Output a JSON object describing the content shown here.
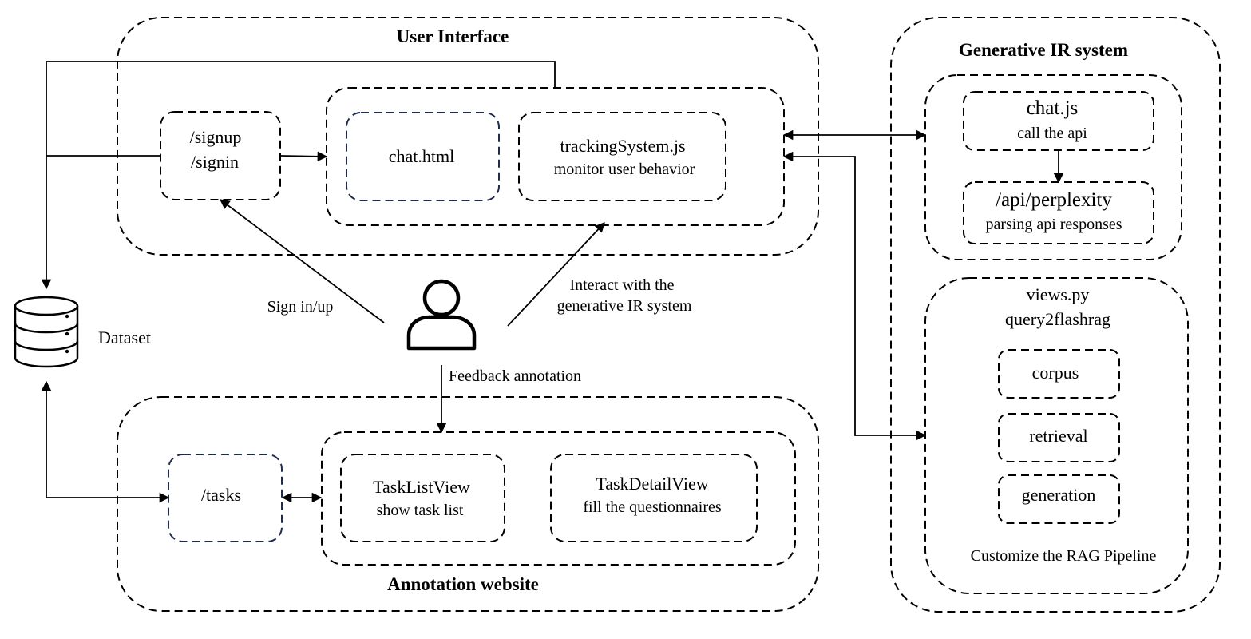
{
  "groups": {
    "user_interface": "User Interface",
    "annotation_website": "Annotation website",
    "generative_ir": "Generative IR system"
  },
  "nodes": {
    "signup": "/signup",
    "signin": "/signin",
    "chat_html": "chat.html",
    "tracking_title": "trackingSystem.js",
    "tracking_sub": "monitor user behavior",
    "chatjs_title": "chat.js",
    "chatjs_sub": "call the api",
    "api_title": "/api/perplexity",
    "api_sub": "parsing api responses",
    "views_title": "views.py",
    "views_sub": "query2flashrag",
    "corpus": "corpus",
    "retrieval": "retrieval",
    "generation": "generation",
    "rag_caption": "Customize the RAG Pipeline",
    "dataset": "Dataset",
    "tasks": "/tasks",
    "tasklist_title": "TaskListView",
    "tasklist_sub": "show task list",
    "taskdetail_title": "TaskDetailView",
    "taskdetail_sub": "fill the questionnaires"
  },
  "edges": {
    "sign_in_up": "Sign in/up",
    "interact_1": "Interact with the",
    "interact_2": "generative IR system",
    "feedback": "Feedback annotation"
  },
  "icons": {
    "user": "user-icon",
    "database": "database-icon"
  },
  "colors": {
    "stroke": "#000000",
    "inner_box_stroke": "#1f2d4d"
  }
}
